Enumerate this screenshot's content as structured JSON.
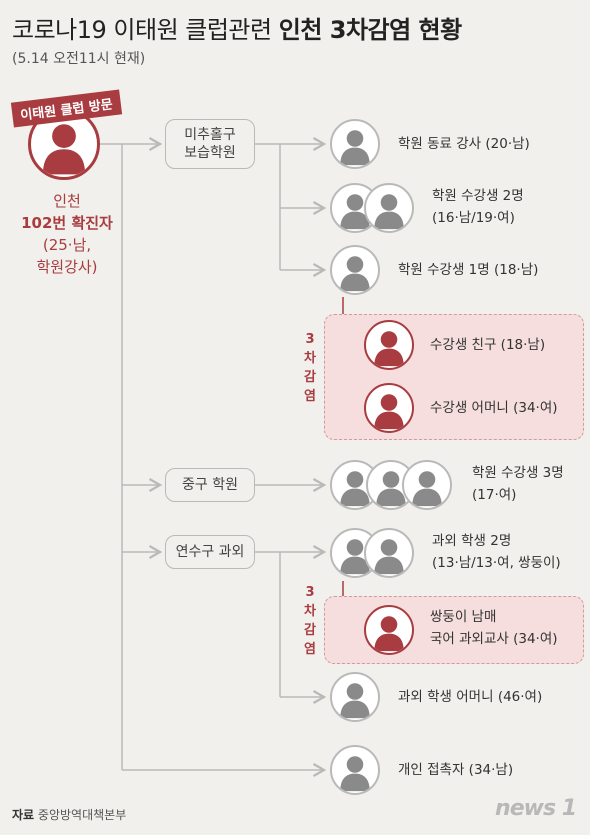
{
  "title": {
    "prefix": "코로나19 이태원 클럽관련",
    "bold": "인천 3차감염 현황"
  },
  "subtitle": "(5.14 오전11시 현재)",
  "badge": "이태원 클럽 방문",
  "patient": {
    "line1": "인천",
    "line2": "102번 확진자",
    "line3": "(25·남,",
    "line4": "학원강사)"
  },
  "hubs": {
    "michuhol": {
      "line1": "미추홀구",
      "line2": "보습학원"
    },
    "junggu": {
      "line1": "중구 학원"
    },
    "yeonsu": {
      "line1": "연수구 과외"
    }
  },
  "people": {
    "coworker": "학원 동료 강사 (20·남)",
    "students2_a": "학원 수강생 2명",
    "students2_b": "(16·남/19·여)",
    "student1": "학원 수강생 1명 (18·남)",
    "friend": "수강생 친구 (18·남)",
    "mother": "수강생 어머니 (34·여)",
    "students3_a": "학원 수강생 3명",
    "students3_b": "(17·여)",
    "tutoring2_a": "과외 학생 2명",
    "tutoring2_b": "(13·남/13·여, 쌍둥이)",
    "twin_sib_a": "쌍둥이 남매",
    "twin_sib_b": "국어 과외교사 (34·여)",
    "tutoring_mother": "과외 학생 어머니 (46·여)",
    "personal": "개인 접촉자 (34·남)"
  },
  "tertiary_label": [
    "3",
    "차",
    "감",
    "염"
  ],
  "colors": {
    "accent": "#a83c40",
    "grey": "#8a8a8a",
    "line": "#b9b9b9",
    "pink": "#f5dedd"
  },
  "source": {
    "label": "자료",
    "text": "중앙방역대책본부"
  },
  "logo": "news 1"
}
